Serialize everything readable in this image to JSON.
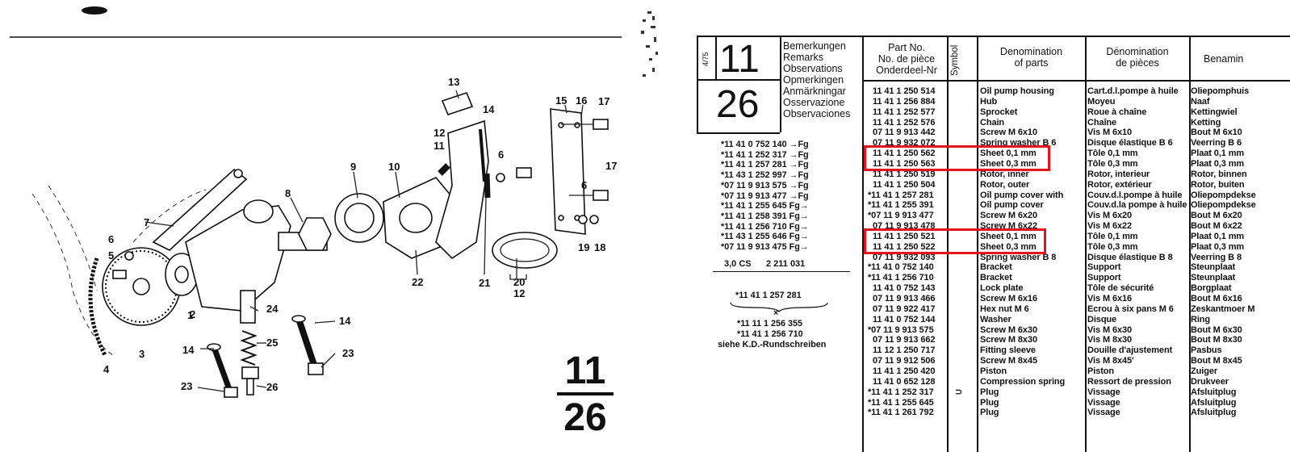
{
  "diagram": {
    "callouts": [
      "1",
      "2",
      "3",
      "4",
      "5",
      "6",
      "7",
      "8",
      "9",
      "10",
      "11",
      "12",
      "13",
      "14",
      "15",
      "16",
      "17",
      "6",
      "17",
      "6",
      "19",
      "18",
      "14",
      "23",
      "14",
      "23",
      "21",
      "20",
      "12",
      "22",
      "24",
      "25",
      "26"
    ],
    "page_top": "11",
    "page_bottom": "26"
  },
  "catalog": {
    "group_code": "4/75",
    "group": "11",
    "sheet": "26",
    "remarks_header": [
      "Bemerkungen",
      "Remarks",
      "Observations",
      "Opmerkingen",
      "Anmärkningar",
      "Osservazione",
      "Observaciones"
    ],
    "col_part_no": [
      "Part No.",
      "No. de pièce",
      "Onderdeel-Nr"
    ],
    "col_symbol": "Symbol",
    "col_denomination_en": [
      "Denomination",
      "of parts"
    ],
    "col_denomination_fr": [
      "Dénomination",
      "de pièces"
    ],
    "col_denomination_nl": "Benamin",
    "remarks": [
      "*11 41 0 752 140 →Fg",
      "*11 41 1 252 317 →Fg",
      "*11 41 1 257 281 →Fg",
      "*11 43 1 252 997 →Fg",
      "*07 11 9 913 575 →Fg",
      "*07 11 9 913 477 →Fg",
      "*11 41 1 255 645 Fg→",
      "*11 41 1 258 391 Fg→",
      "*11 41 1 256 710 Fg→",
      "*11 43 1 255 646 Fg→",
      "*07 11 9 913 475 Fg→"
    ],
    "model_note": "3,0 CS      2 211 031",
    "supersede_top": "*11 41 1 257 281",
    "supersede_x": "×",
    "supersede_a": "*11 11 1 256 355",
    "supersede_b": "*11 41 1 256 710",
    "kd_note": "siehe K.D.-Rundschreiben",
    "rows": [
      {
        "pn": "11 41 1 250 514",
        "sym": "",
        "en": "Oil pump housing",
        "fr": "Cart.d.l.pompe à huile",
        "nl": "Oliepomphuis"
      },
      {
        "pn": "11 41 1 256 884",
        "sym": "",
        "en": "Hub",
        "fr": "Moyeu",
        "nl": "Naaf"
      },
      {
        "pn": "11 41 1 252 577",
        "sym": "",
        "en": "Sprocket",
        "fr": "Roue à chaîne",
        "nl": "Kettingwiel"
      },
      {
        "pn": "11 41 1 252 576",
        "sym": "",
        "en": "Chain",
        "fr": "Chaîne",
        "nl": "Ketting"
      },
      {
        "pn": "07 11 9 913 442",
        "sym": "",
        "en": "Screw M 6x10",
        "fr": "Vis M 6x10",
        "nl": "Bout M 6x10"
      },
      {
        "pn": "07 11 9 932 072",
        "sym": "",
        "en": "Spring washer B 6",
        "fr": "Disque élastique B 6",
        "nl": "Veerring B 6"
      },
      {
        "pn": "11 41 1 250 562",
        "sym": "",
        "en": "Sheet 0,1 mm",
        "fr": "Tôle 0,1 mm",
        "nl": "Plaat 0,1 mm"
      },
      {
        "pn": "11 41 1 250 563",
        "sym": "",
        "en": "Sheet 0,3 mm",
        "fr": "Tôle 0,3 mm",
        "nl": "Plaat 0,3 mm"
      },
      {
        "pn": "11 41 1 250 519",
        "sym": "",
        "en": "Rotor, inner",
        "fr": "Rotor, interieur",
        "nl": "Rotor, binnen"
      },
      {
        "pn": "11 41 1 250 504",
        "sym": "",
        "en": "Rotor, outer",
        "fr": "Rotor, extérieur",
        "nl": "Rotor, buiten"
      },
      {
        "pn": "*11 41 1 257 281",
        "sym": "",
        "en": "Oil pump cover with",
        "fr": "Couv.d.l.pompe à huile",
        "nl": "Oliepompdekse"
      },
      {
        "pn": "*11 41 1 255 391",
        "sym": "",
        "en": "Oil pump cover",
        "fr": "Couv.d.la pompe à huile",
        "nl": "Oliepompdekse"
      },
      {
        "pn": "*07 11 9 913 477",
        "sym": "",
        "en": "Screw M 6x20",
        "fr": "Vis M 6x20",
        "nl": "Bout M 6x20"
      },
      {
        "pn": "07 11 9 913 478",
        "sym": "",
        "en": "Screw M 6x22",
        "fr": "Vis M 6x22",
        "nl": "Bout M 6x22"
      },
      {
        "pn": "11 41 1 250 521",
        "sym": "",
        "en": "Sheet 0,1 mm",
        "fr": "Tôle 0,1 mm",
        "nl": "Plaat 0,1 mm"
      },
      {
        "pn": "11 41 1 250 522",
        "sym": "",
        "en": "Sheet 0,3 mm",
        "fr": "Tôle 0,3 mm",
        "nl": "Plaat 0,3 mm"
      },
      {
        "pn": "07 11 9 932 093",
        "sym": "",
        "en": "Spring washer B 8",
        "fr": "Disque élastique B 8",
        "nl": "Veerring B 8"
      },
      {
        "pn": "*11 41 0 752 140",
        "sym": "",
        "en": "Bracket",
        "fr": "Support",
        "nl": "Steunplaat"
      },
      {
        "pn": "*11 41 1 256 710",
        "sym": "",
        "en": "Bracket",
        "fr": "Support",
        "nl": "Steunplaat"
      },
      {
        "pn": "11 41 0 752 143",
        "sym": "",
        "en": "Lock plate",
        "fr": "Tôle de sécurité",
        "nl": "Borgplaat"
      },
      {
        "pn": "07 11 9 913 466",
        "sym": "",
        "en": "Screw M 6x16",
        "fr": "Vis M 6x16",
        "nl": "Bout M 6x16"
      },
      {
        "pn": "07 11 9 922 417",
        "sym": "",
        "en": "Hex nut M 6",
        "fr": "Ecrou à six pans M 6",
        "nl": "Zeskantmoer M"
      },
      {
        "pn": "11 41 0 752 144",
        "sym": "",
        "en": "Washer",
        "fr": "Disque",
        "nl": "Ring"
      },
      {
        "pn": "*07 11 9 913 575",
        "sym": "",
        "en": "Screw M 6x30",
        "fr": "Vis M 6x30",
        "nl": "Bout M 6x30"
      },
      {
        "pn": "07 11 9 913 662",
        "sym": "",
        "en": "Screw M 8x30",
        "fr": "Vis M 8x30",
        "nl": "Bout M 8x30"
      },
      {
        "pn": "11 12 1 250 717",
        "sym": "",
        "en": "Fitting sleeve",
        "fr": "Douille d'ajustement",
        "nl": "Pasbus"
      },
      {
        "pn": "07 11 9 912 506",
        "sym": "",
        "en": "Screw M 8x45",
        "fr": "Vis M 8x45'",
        "nl": "Bout M 8x45"
      },
      {
        "pn": "11 41 1 250 420",
        "sym": "",
        "en": "Piston",
        "fr": "Piston",
        "nl": "Zuiger"
      },
      {
        "pn": "11 41 0 652 128",
        "sym": "",
        "en": "Compression spring",
        "fr": "Ressort de pression",
        "nl": "Drukveer"
      },
      {
        "pn": "*11 41 1 252 317",
        "sym": "⊃",
        "en": "Plug",
        "fr": "Vissage",
        "nl": "Afsluitplug"
      },
      {
        "pn": "*11 41 1 255 645",
        "sym": "",
        "en": "Plug",
        "fr": "Vissage",
        "nl": "Afsluitplug"
      },
      {
        "pn": "*11 41 1 261 792",
        "sym": "",
        "en": "Plug",
        "fr": "Vissage",
        "nl": "Afsluitplug"
      }
    ],
    "highlight_color": "#e4141e"
  }
}
